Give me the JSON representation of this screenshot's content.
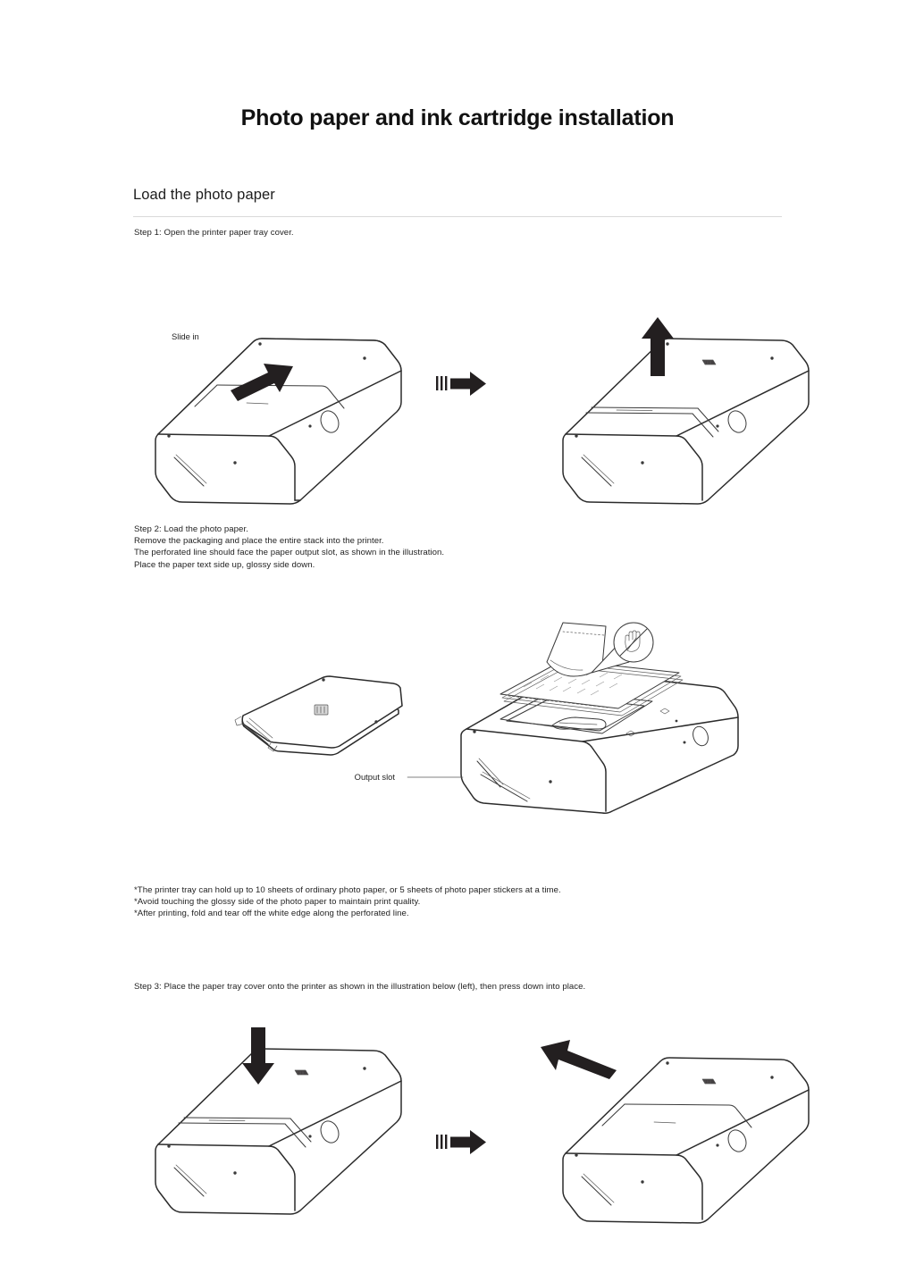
{
  "document": {
    "title": "Photo paper and ink cartridge installation"
  },
  "section": {
    "heading": "Load the photo paper"
  },
  "steps": {
    "step1": "Step 1: Open the printer paper tray cover.",
    "step2": "Step 2: Load the photo paper.\nRemove the packaging and place the entire stack into the printer.\nThe perforated line should face the paper output slot, as shown in the illustration.\nPlace the paper text side up, glossy side down.",
    "step3": "Step 3: Place the paper tray cover onto the printer as shown in the illustration below (left), then press down into place."
  },
  "notes": "*The printer tray can hold up to 10 sheets of ordinary photo paper, or 5 sheets of photo paper stickers at a time.\n*Avoid touching the glossy side of the photo paper to maintain print quality.\n*After printing, fold and tear off the white edge along the perforated line.",
  "illustrations": {
    "step1": {
      "slide_in_label": "Slide in",
      "left_caption_icons": [
        "slide-in-arrow",
        "transition-arrow"
      ],
      "right_caption_icons": [
        "lift-up-arrow"
      ]
    },
    "step2": {
      "output_slot_label": "Output slot",
      "icons": [
        "no-touch-hand-icon",
        "paper-stack",
        "tray-cover"
      ]
    },
    "step3": {
      "icons": [
        "press-down-arrow",
        "transition-arrow",
        "slide-off-arrow"
      ]
    }
  },
  "colors": {
    "ink": "#231f20",
    "line": "#2b2b2b",
    "rule": "#d9d9d9",
    "text": "#232323",
    "page_background": "#ffffff"
  }
}
